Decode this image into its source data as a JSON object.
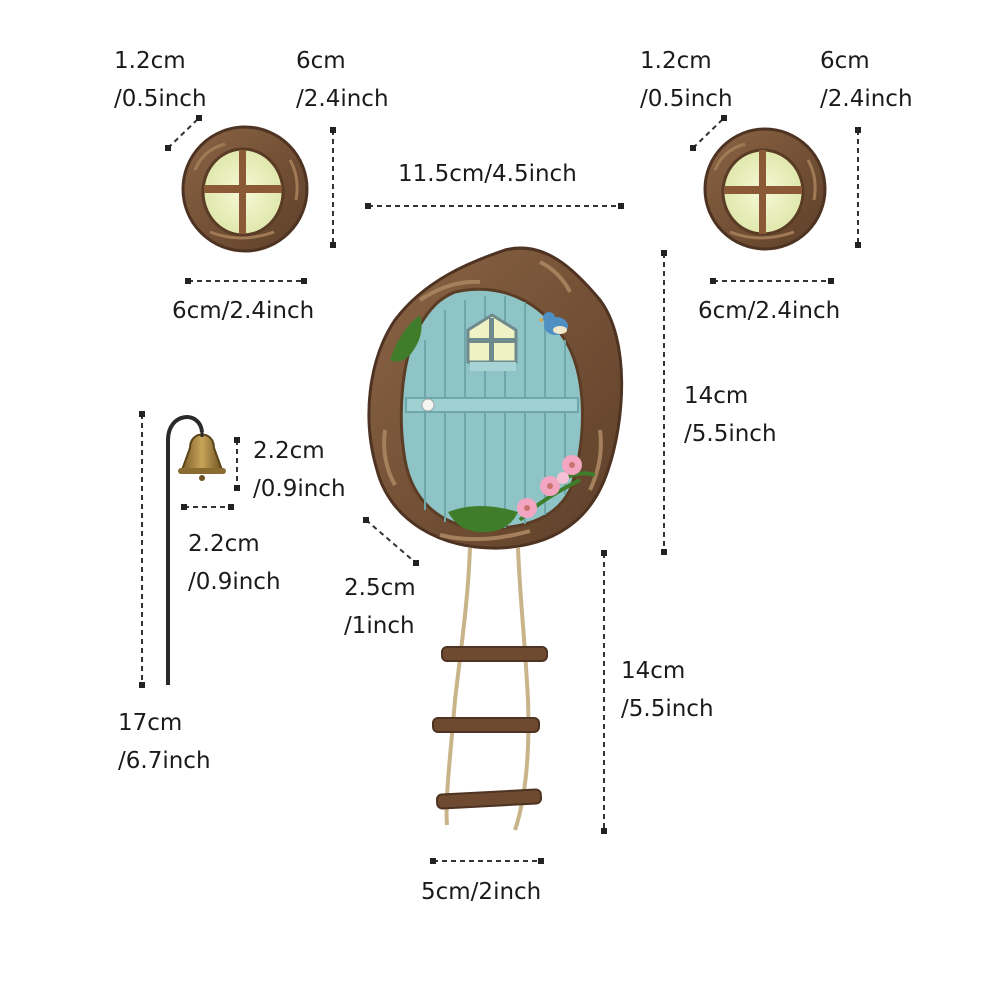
{
  "labels": {
    "win_left_depth": "1.2cm\n/0.5inch",
    "win_left_height": "6cm\n/2.4inch",
    "win_right_depth": "1.2cm\n/0.5inch",
    "win_right_height": "6cm\n/2.4inch",
    "door_width": "11.5cm/4.5inch",
    "win_left_width": "6cm/2.4inch",
    "win_right_width": "6cm/2.4inch",
    "door_height": "14cm\n/5.5inch",
    "bell_height": "2.2cm\n/0.9inch",
    "bell_width": "2.2cm\n/0.9inch",
    "door_depth": "2.5cm\n/1inch",
    "ladder_height": "14cm\n/5.5inch",
    "hook_height": "17cm\n/6.7inch",
    "ladder_width": "5cm/2inch"
  },
  "colors": {
    "bark": "#7a5538",
    "bark_dark": "#4e3322",
    "glass": "#eef2c4",
    "frame": "#8a5a37",
    "door": "#8fc4c6",
    "door_line": "#6fa6a9",
    "moss": "#3f7d2a",
    "flower": "#f2a6c2",
    "bird": "#4f8fc4",
    "brass": "#a6843f",
    "rope": "#c9b48a",
    "rung": "#6e4a30",
    "dim": "#333333"
  }
}
